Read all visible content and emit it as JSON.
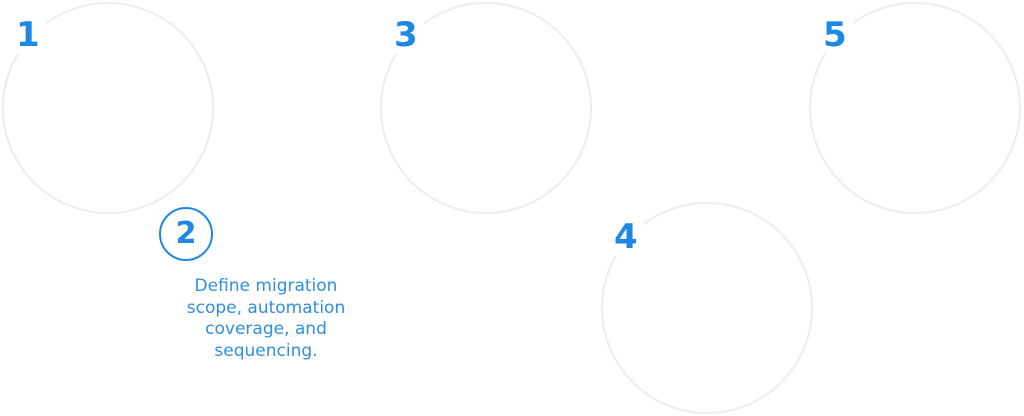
{
  "diagram": {
    "type": "numbered-process-steps",
    "accent_color": "#1e88e5",
    "ring_color": "#ededed",
    "active_step": 2,
    "steps": [
      {
        "number": "1",
        "description": ""
      },
      {
        "number": "2",
        "description": "Define migration scope, automation coverage, and sequencing."
      },
      {
        "number": "3",
        "description": ""
      },
      {
        "number": "4",
        "description": ""
      },
      {
        "number": "5",
        "description": ""
      }
    ]
  }
}
